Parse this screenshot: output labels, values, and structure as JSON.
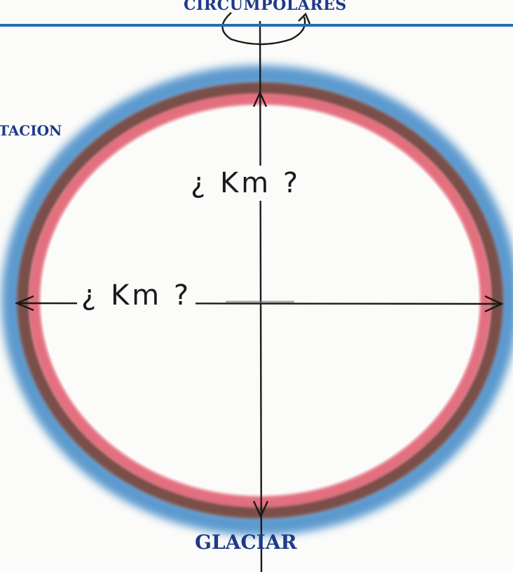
{
  "diagram": {
    "labels": {
      "top": "CIRCUMPOLARES",
      "left": "TACION",
      "bottom": "GLACIAR"
    },
    "measures": {
      "vertical": "¿ Km ?",
      "horizontal": "¿ Km ?"
    },
    "colors": {
      "outer_band": "#3f88c7",
      "middle_band": "#7a5048",
      "inner_band": "#e0586b",
      "label_text": "#1e3a8a",
      "header_rule": "#1f6fb5",
      "axis": "#1a1a1a"
    },
    "icons": {
      "rotation": "rotation-arrow-icon",
      "arrow_up": "arrow-up-icon",
      "arrow_down": "arrow-down-icon",
      "arrow_left": "arrow-left-icon",
      "arrow_right": "arrow-right-icon"
    }
  }
}
